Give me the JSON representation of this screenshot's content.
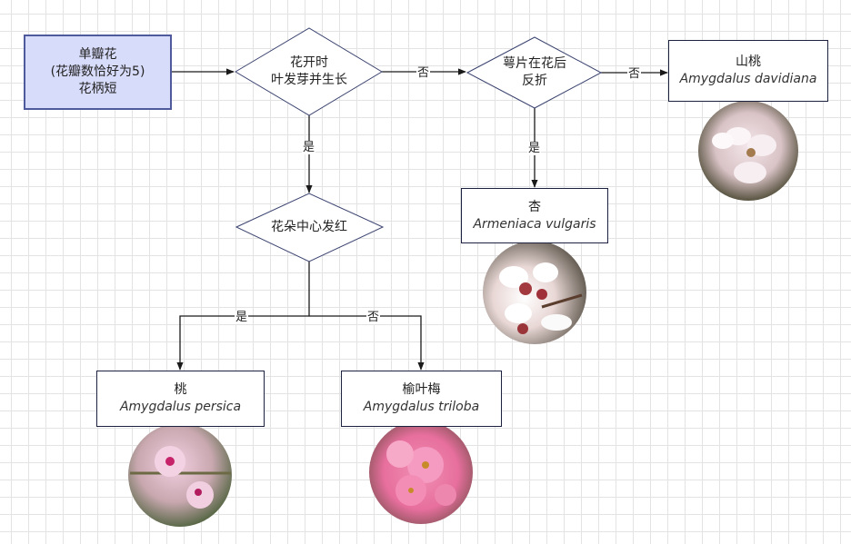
{
  "start": {
    "lines": [
      "单瓣花",
      "(花瓣数恰好为5)",
      "花柄短"
    ]
  },
  "decisions": {
    "leaf_sprout": {
      "lines": [
        "花开时",
        "叶发芽并生长"
      ]
    },
    "sepal": {
      "lines": [
        "萼片在花后",
        "反折"
      ]
    },
    "red_center": {
      "lines": [
        "花朵中心发红"
      ]
    }
  },
  "edge_labels": {
    "yes": "是",
    "no": "否"
  },
  "leaves": {
    "shantao": {
      "cn": "山桃",
      "latin": "Amygdalus davidiana"
    },
    "xing": {
      "cn": "杏",
      "latin": "Armeniaca vulgaris"
    },
    "tao": {
      "cn": "桃",
      "latin": "Amygdalus persica"
    },
    "yuyemei": {
      "cn": "榆叶梅",
      "latin": "Amygdalus triloba"
    }
  },
  "colors": {
    "start_fill": "#d8dcfb",
    "start_border": "#4e5a9c",
    "line": "#1a1a1a",
    "diamond_border": "#3c4470"
  }
}
